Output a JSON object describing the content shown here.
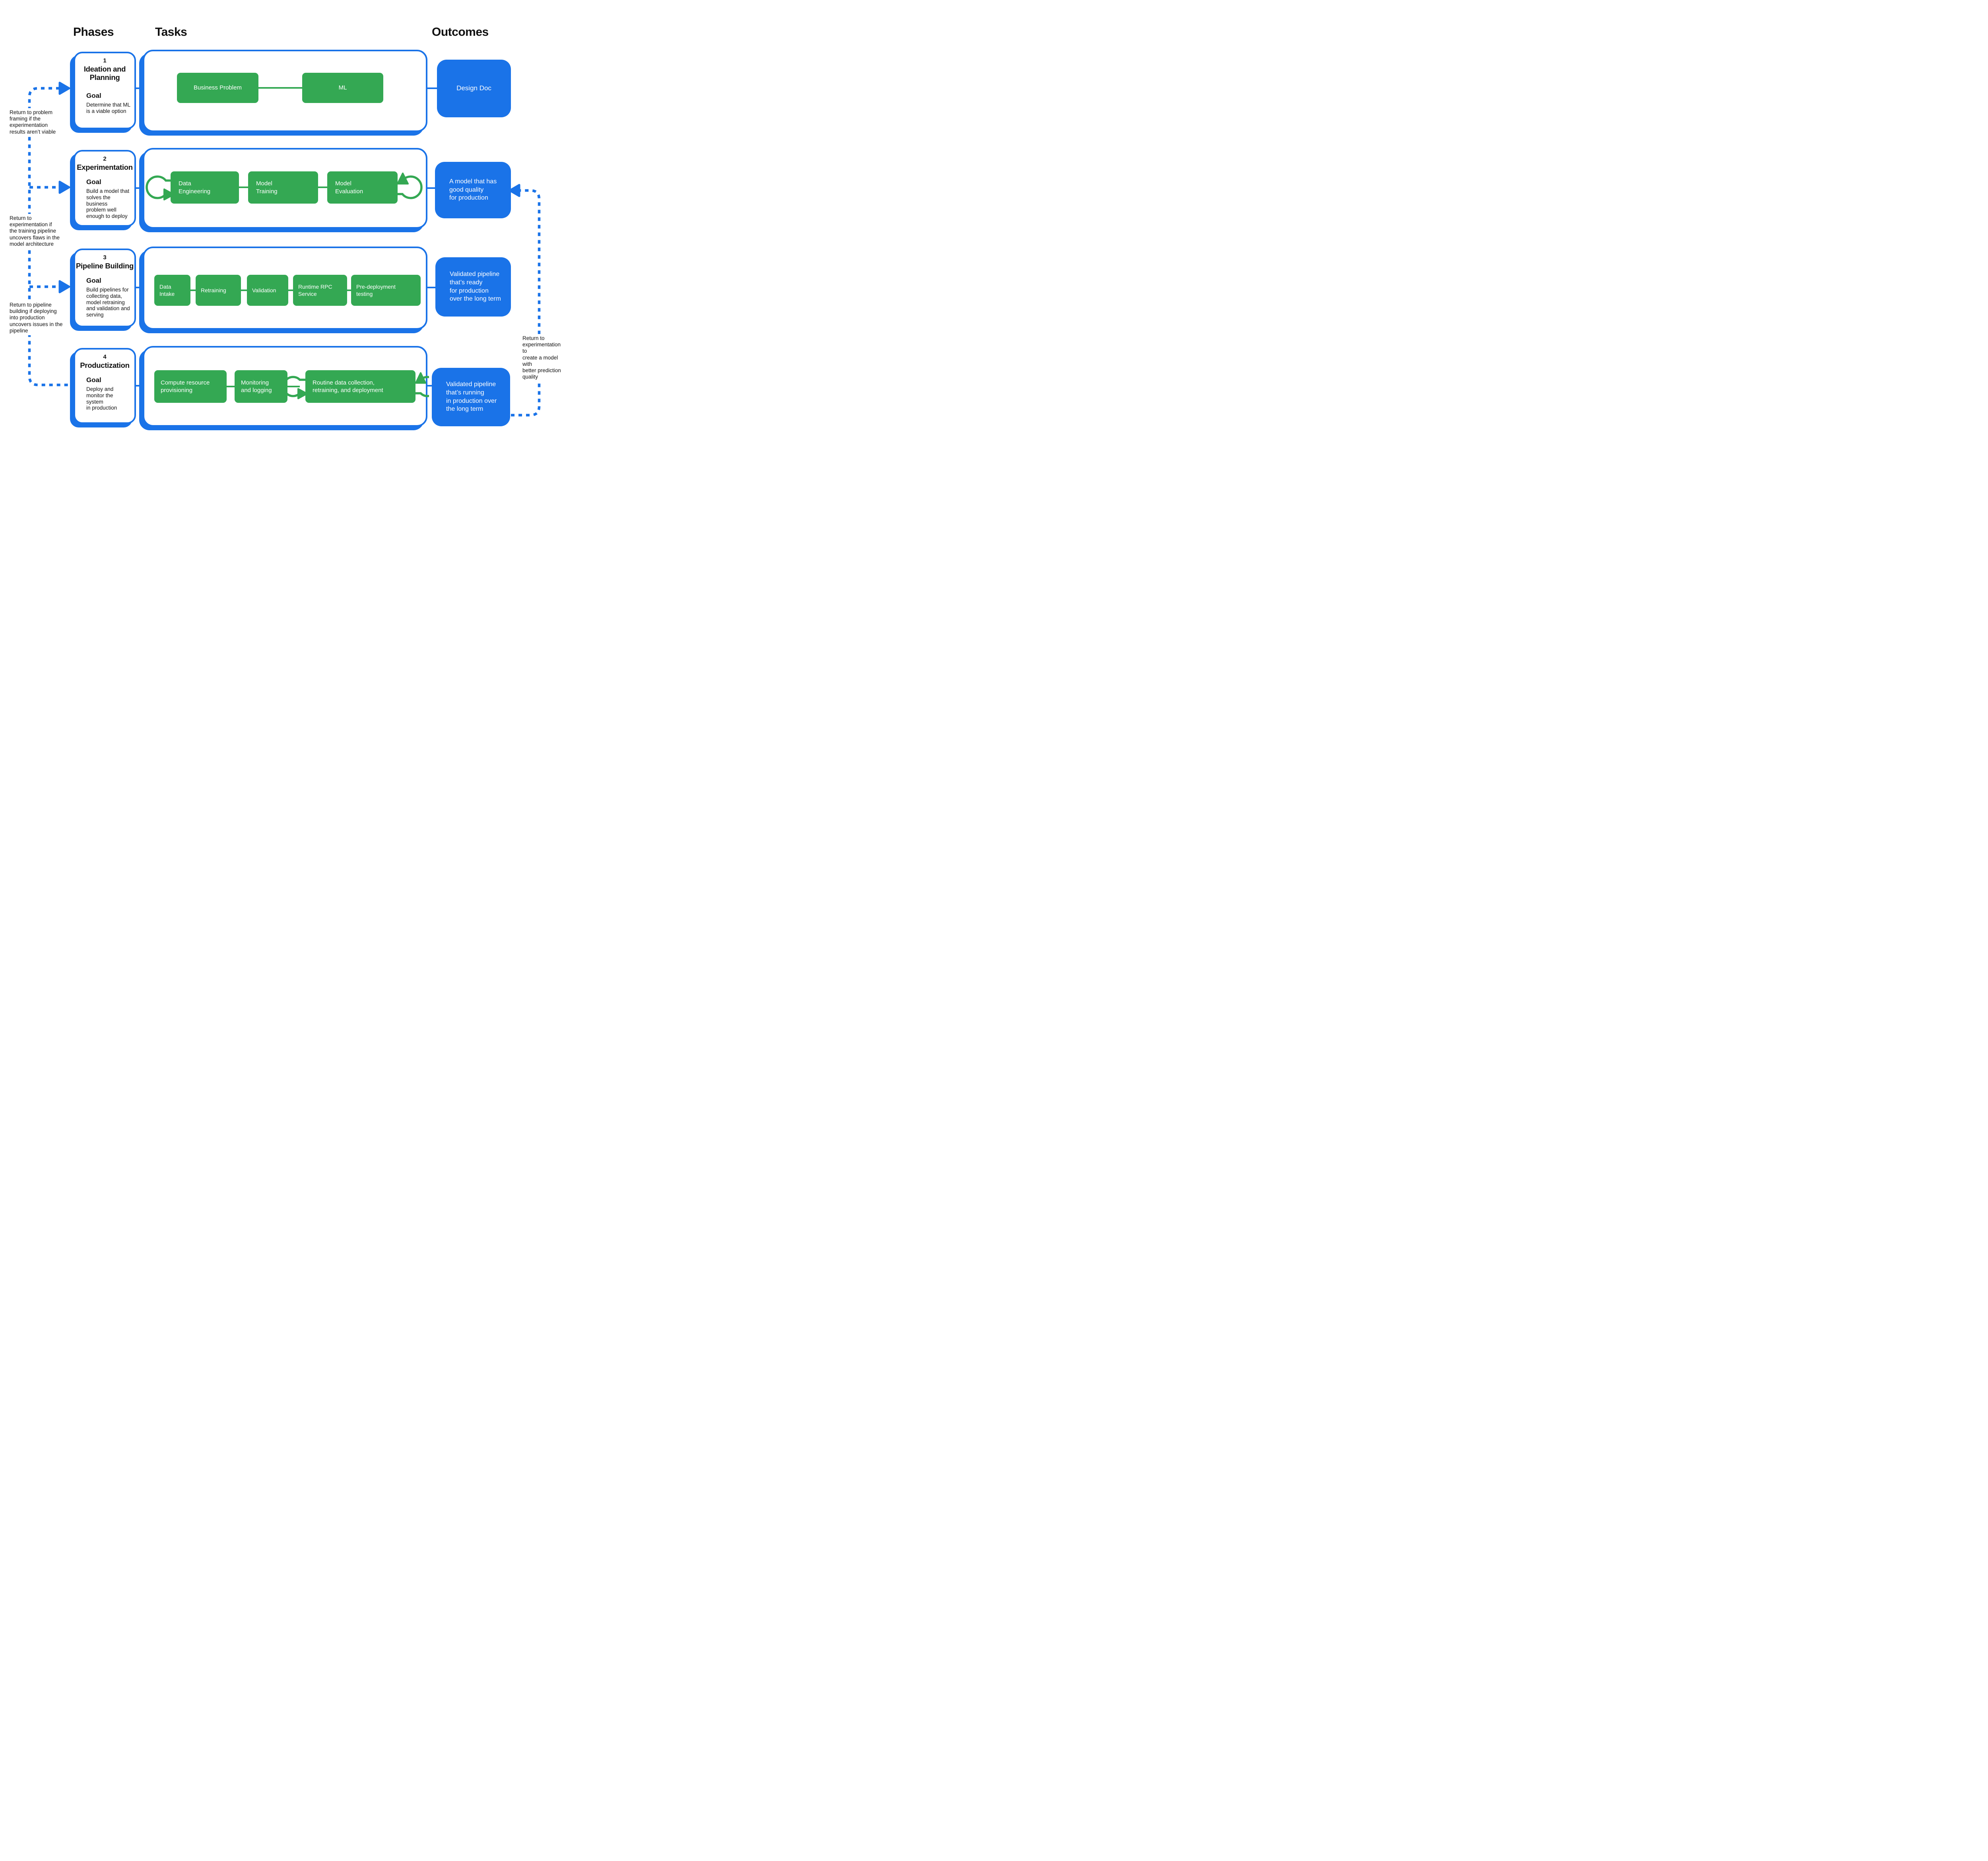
{
  "headers": {
    "phases": "Phases",
    "tasks": "Tasks",
    "outcomes": "Outcomes"
  },
  "colors": {
    "accent_blue": "#1A73E8",
    "task_green": "#34A853",
    "text": "#111111"
  },
  "phases": [
    {
      "number": "1",
      "title": "Ideation and\nPlanning",
      "goal_label": "Goal",
      "goal": "Determine that ML\nis a viable option"
    },
    {
      "number": "2",
      "title": "Experimentation",
      "goal_label": "Goal",
      "goal": "Build a model that\nsolves the business\nproblem well\nenough to deploy"
    },
    {
      "number": "3",
      "title": "Pipeline Building",
      "goal_label": "Goal",
      "goal": "Build pipelines for\ncollecting data,\nmodel retraining\nand validation and\nserving"
    },
    {
      "number": "4",
      "title": "Productization",
      "goal_label": "Goal",
      "goal": "Deploy and\nmonitor the system\nin production"
    }
  ],
  "task_rows": [
    {
      "tasks": [
        "Business Problem",
        "ML"
      ]
    },
    {
      "tasks": [
        "Data\nEngineering",
        "Model\nTraining",
        "Model\nEvaluation"
      ],
      "loop": "cycle over all tasks"
    },
    {
      "tasks": [
        "Data\nIntake",
        "Retraining",
        "Validation",
        "Runtime RPC\nService",
        "Pre-deployment\ntesting"
      ]
    },
    {
      "tasks": [
        "Compute resource\nprovisioning",
        "Monitoring\nand logging",
        "Routine data collection,\nretraining, and deployment"
      ],
      "loop": "cycle over last task"
    }
  ],
  "outcomes": [
    "Design Doc",
    "A model that has\ngood quality\nfor production",
    "Validated pipeline\nthat’s ready\nfor production\nover the long term",
    "Validated pipeline\nthat’s running\nin production over\nthe long term"
  ],
  "annotations": {
    "left": [
      "Return to problem\nframing if the\nexperimentation\nresults aren’t viable",
      "Return to\nexperimentation if\nthe training pipeline\nuncovers flaws in the\nmodel architecture",
      "Return to pipeline\nbuilding if deploying\ninto production\nuncovers issues in the\npipeline"
    ],
    "right": "Return to\nexperimentation to\ncreate a model with\nbetter prediction\nquality"
  }
}
